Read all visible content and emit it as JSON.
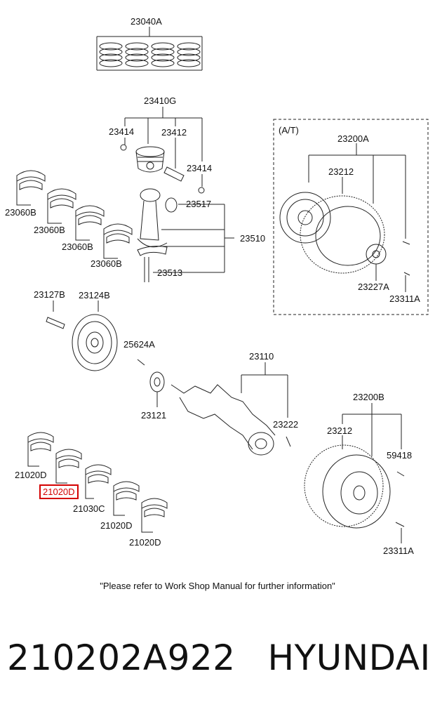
{
  "labels": {
    "ring_set": "23040A",
    "piston_assy": "23410G",
    "clip_left": "23414",
    "piston_pin": "23412",
    "clip_right": "23414",
    "conrod_bearing_1": "23060B",
    "conrod_bearing_2": "23060B",
    "conrod_bearing_3": "23060B",
    "conrod_bearing_4": "23060B",
    "rod_bearing_pair": "23517",
    "conrod_assy": "23510",
    "rod_bolt": "23513",
    "at_group": "(A/T)",
    "drive_plate_assy": "23200A",
    "ring_gear_at": "23212",
    "adapter_plate": "23227A",
    "bolt_at": "23311A",
    "pulley_bolt": "23127B",
    "damper_pulley": "23124B",
    "key": "25624A",
    "sprocket": "23121",
    "crankshaft": "23110",
    "pin": "23222",
    "main_bearing_1": "21020D",
    "main_bearing_highlighted": "21020D",
    "thrust_bearing": "21030C",
    "main_bearing_3": "21020D",
    "main_bearing_4": "21020D",
    "flywheel_assy": "23200B",
    "ring_gear_mt": "23212",
    "dowel": "59418",
    "bolt_mt": "23311A"
  },
  "note": "\"Please refer to Work Shop Manual for further information\"",
  "footer": {
    "part_number": "210202A922",
    "brand": "HYUNDAI"
  },
  "colors": {
    "highlight": "#d40000",
    "line": "#222222"
  }
}
